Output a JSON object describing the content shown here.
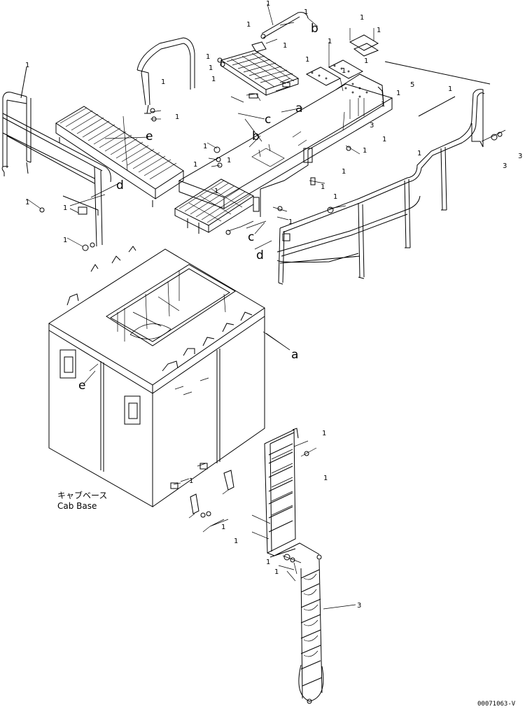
{
  "diagram": {
    "labels": {
      "a": "a",
      "b": "b",
      "c": "c",
      "d": "d",
      "e": "e"
    },
    "part_numbers": {
      "one": "1",
      "three": "3",
      "five": "5"
    },
    "caption_jp": "キャブベース",
    "caption_en": "Cab Base",
    "drawing_code": "00071063-V"
  }
}
